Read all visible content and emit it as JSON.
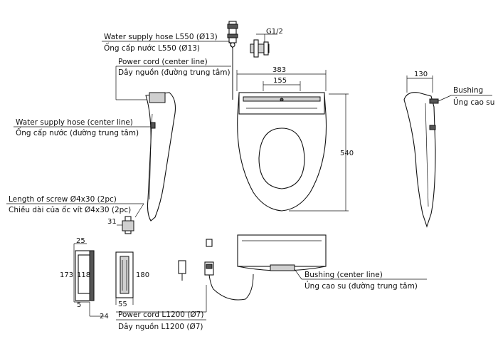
{
  "callouts": {
    "water_hose_top_en": "Water supply hose L550 (Ø13)",
    "water_hose_top_vi": "Ống cấp nước L550 (Ø13)",
    "power_cord_center_en": "Power cord (center line)",
    "power_cord_center_vi": "Dây nguồn (đường trung tâm)",
    "water_hose_center_en": "Water supply hose (center line)",
    "water_hose_center_vi": "Ống cấp nước (đường trung tâm)",
    "screw_en": "Length of screw Ø4x30 (2pc)",
    "screw_vi": "Chiều dài của ốc vít Ø4x30 (2pc)",
    "bushing_side_en": "Bushing",
    "bushing_side_vi": "Ủng cao su",
    "bushing_center_en": "Bushing (center line)",
    "bushing_center_vi": "Ủng cao su (đường trung tâm)",
    "power_cord_len_en": "Power cord L1200 (Ø7)",
    "power_cord_len_vi": "Dây nguồn L1200 (Ø7)",
    "thread": "G1/2"
  },
  "dimensions": {
    "width_total": "383",
    "width_inner": "155",
    "depth": "540",
    "side_130": "130",
    "screw_31": "31",
    "plate_25": "25",
    "plate_173": "173",
    "plate_118": "118",
    "plate_180": "180",
    "plate_5": "5",
    "plate_55": "55",
    "plate_24": "24"
  }
}
